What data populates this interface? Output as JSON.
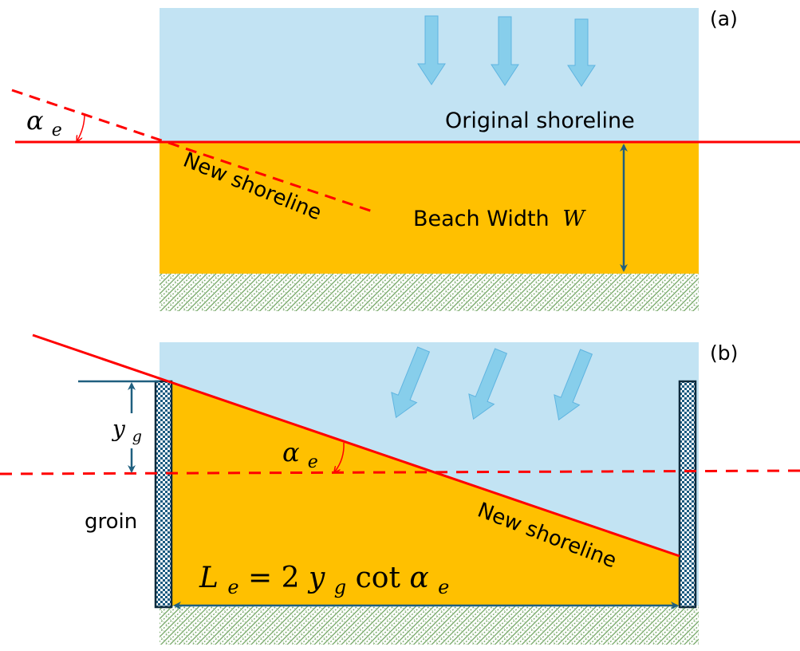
{
  "panel_a": {
    "label": "(a)",
    "original_shoreline_label": "Original shoreline",
    "new_shoreline_label": "New shoreline",
    "beach_width_label": "Beach Width",
    "beach_width_symbol": "W",
    "angle_symbol": "α",
    "angle_subscript": "e",
    "wave_direction": "shore-normal (vertical)",
    "wave_arrow_count": 3
  },
  "panel_b": {
    "label": "(b)",
    "new_shoreline_label": "New shoreline",
    "groin_label": "groin",
    "yg_symbol": "y",
    "yg_subscript": "g",
    "angle_symbol": "α",
    "angle_subscript": "e",
    "equation": {
      "lhs": "L",
      "lhs_sub": "e",
      "eq": " = 2",
      "y": "y",
      "y_sub": "g",
      "cot": " cot ",
      "alpha": "α",
      "alpha_sub": "e"
    },
    "wave_direction": "oblique",
    "wave_arrow_count": 3
  },
  "colors": {
    "water": "#c2e3f3",
    "beach": "#ffc000",
    "shoreline": "#ff0000",
    "arrow_fill": "#87ceeb",
    "arrow_stroke": "#5fb4e0",
    "dimension": "#1f5f7f",
    "groin_dark": "#1a5a80",
    "groin_border": "#0f2b3d",
    "ground": "#6aa05a"
  }
}
